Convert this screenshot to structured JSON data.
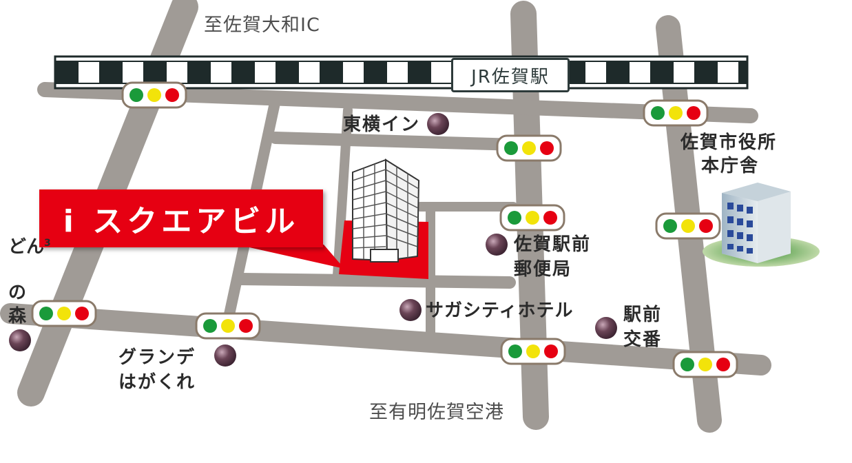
{
  "map": {
    "directions": {
      "north": "至佐賀大和IC",
      "south": "至有明佐賀空港"
    },
    "station": "JR佐賀駅",
    "destination": "i スクエアビル",
    "landmarks": {
      "toyoko_inn": "東横イン",
      "city_hall_line1": "佐賀市役所",
      "city_hall_line2": "本庁舎",
      "post_office_line1": "佐賀駅前",
      "post_office_line2": "郵便局",
      "saga_city_hotel": "サガシティホテル",
      "police_box_line1": "駅前",
      "police_box_line2": "交番",
      "grande_line1": "グランデ",
      "grande_line2": "はがくれ",
      "dondon_line1": "どん",
      "dondon_sup": "3",
      "dondon_line2": "の森"
    },
    "icons": {
      "traffic_light": "traffic-light-icon",
      "poi_marker": "poi-marker-icon",
      "building": "office-building-icon",
      "city_hall": "city-hall-icon"
    },
    "colors": {
      "road": "#a09b96",
      "rail_dark": "#1e2a2a",
      "highlight": "#e60012",
      "light_green": "#1a9a3a",
      "light_yellow": "#f2e30a",
      "light_red": "#e60012",
      "marker": "#5a3a48"
    }
  }
}
